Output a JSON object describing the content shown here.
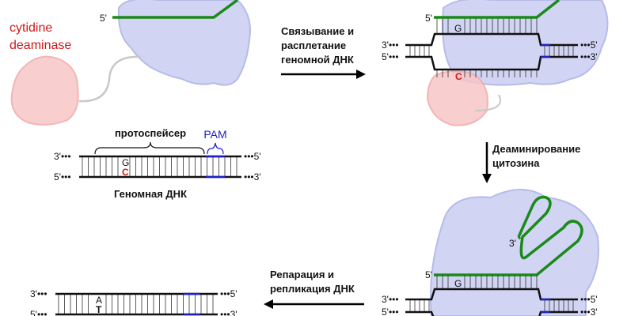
{
  "enzyme_label": [
    "cytidine",
    "deaminase"
  ],
  "strand_ends": {
    "five": "5'",
    "three": "3'",
    "dots_left_3": "3'•••",
    "dots_left_5": "5'•••",
    "dots_right_5": "•••5'",
    "dots_right_3": "•••3'"
  },
  "step1": [
    "Связывание и",
    "расплетание",
    "геномной ДНК"
  ],
  "step2": [
    "Деаминирование",
    "цитозина"
  ],
  "step3": [
    "Репарация и",
    "репликация ДНК"
  ],
  "genomic": {
    "protospacer": "протоспейсер",
    "pam": "PAM",
    "title": "Геномная ДНК",
    "base_top": "G",
    "base_bottom": "C"
  },
  "final": {
    "base_top": "A",
    "base_bottom": "T"
  },
  "colors": {
    "guide": "#1a8a1a",
    "pam": "#2020c8",
    "cytosine": "#d01818",
    "thymine": "#1a8a1a"
  }
}
